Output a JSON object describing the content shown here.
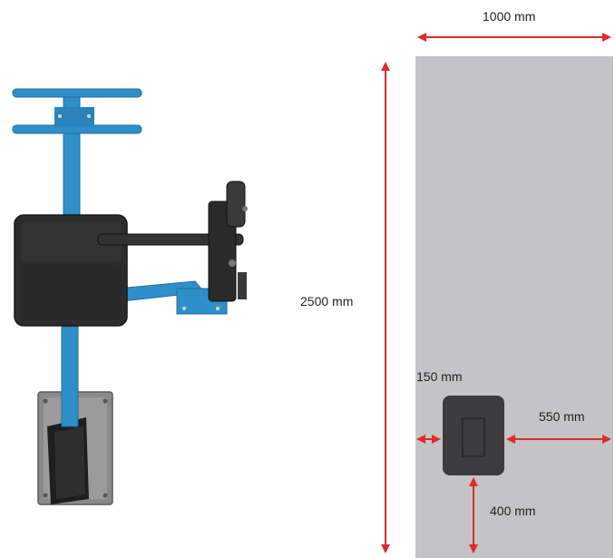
{
  "colors": {
    "floor_area": "#c4c3c5",
    "machine_footprint": "#3c3c3e",
    "dimension_arrow": "#e12a2a",
    "frame_blue": "#2f8fc9",
    "frame_blue_dark": "#1f6d9e",
    "seat_black": "#2c2c2c",
    "base_grey": "#8a8a8a"
  },
  "machine": {
    "image_icon": "exercise-machine-side-view"
  },
  "floor_plan": {
    "dimensions": {
      "width": "1000 mm",
      "length": "2500 mm",
      "left_clearance": "150 mm",
      "right_clearance": "550 mm",
      "rear_clearance": "400 mm"
    }
  }
}
